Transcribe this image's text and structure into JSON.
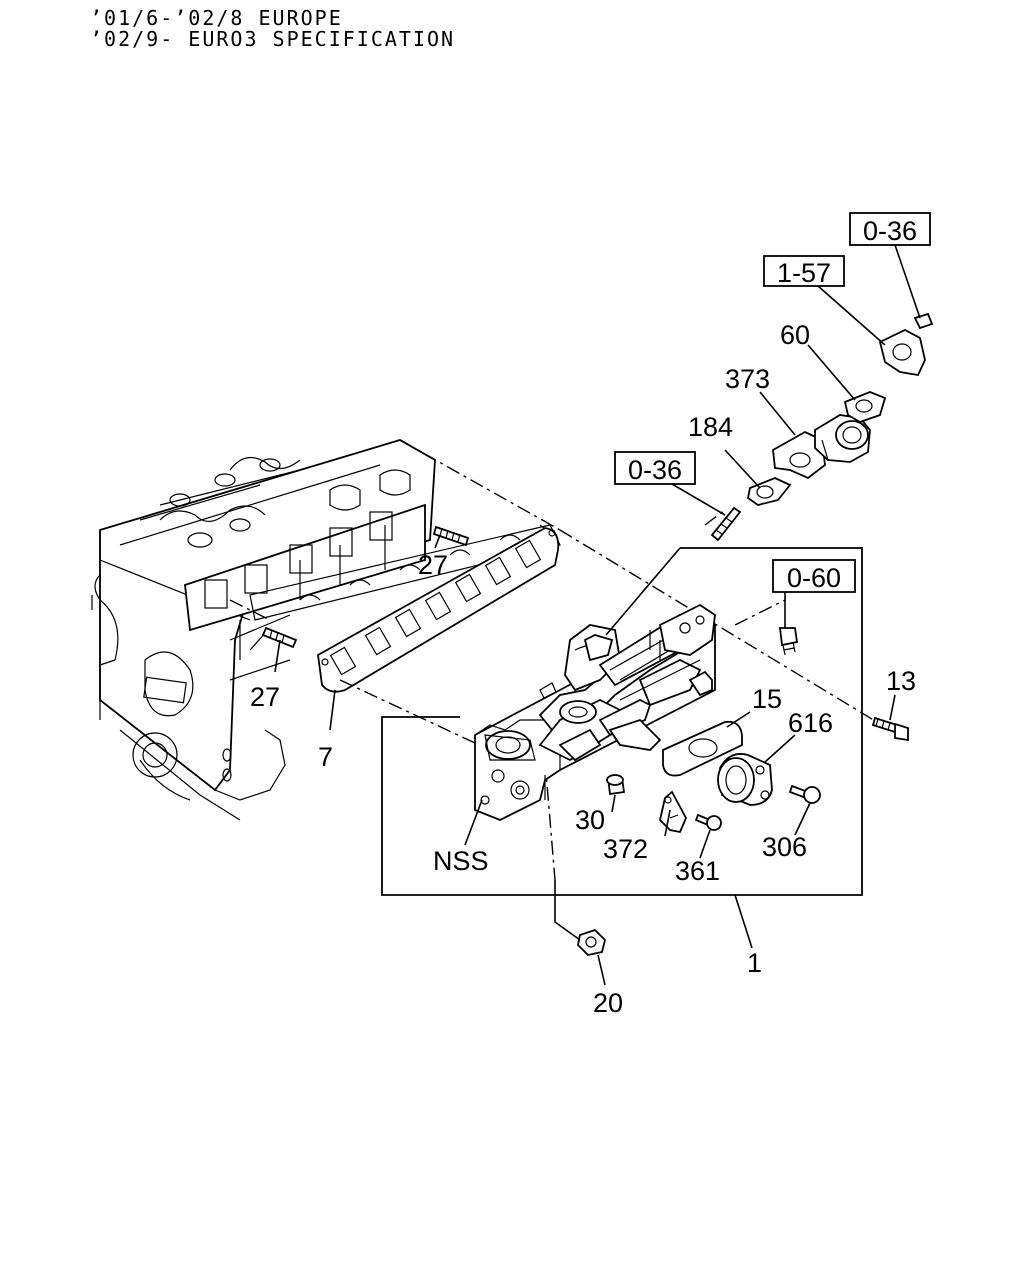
{
  "header": {
    "line1": "’01/6-’02/8 EUROPE",
    "line2": "’02/9- EURO3 SPECIFICATION"
  },
  "references": {
    "ref_036_top": "0-36",
    "ref_157": "1-57",
    "ref_036_mid": "0-36",
    "ref_060": "0-60"
  },
  "callouts": {
    "c60": "60",
    "c373": "373",
    "c184": "184",
    "c27_upper": "27",
    "c27_lower": "27",
    "c7": "7",
    "c13": "13",
    "c15": "15",
    "c616": "616",
    "c30": "30",
    "c372": "372",
    "c361": "361",
    "c306": "306",
    "cNSS": "NSS",
    "c1": "1",
    "c20": "20"
  }
}
